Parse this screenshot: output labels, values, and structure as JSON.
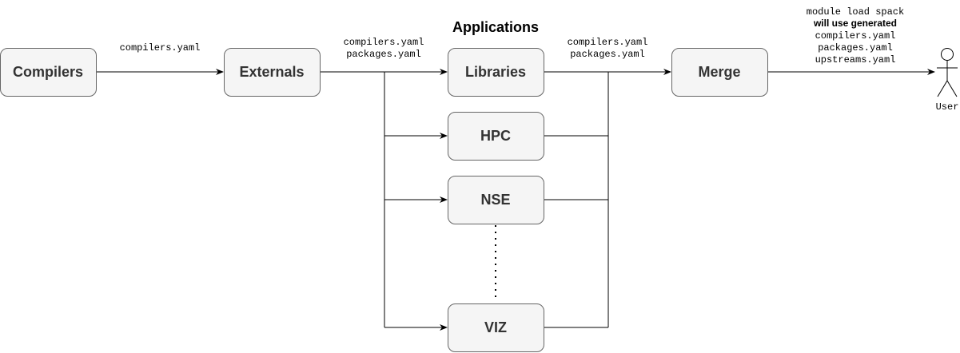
{
  "title": "Applications",
  "nodes": {
    "compilers": "Compilers",
    "externals": "Externals",
    "libraries": "Libraries",
    "hpc": "HPC",
    "nse": "NSE",
    "viz": "VIZ",
    "merge": "Merge"
  },
  "edge_labels": {
    "compilers_to_externals": [
      "compilers.yaml"
    ],
    "externals_to_apps": [
      "compilers.yaml",
      "packages.yaml"
    ],
    "apps_to_merge": [
      "compilers.yaml",
      "packages.yaml"
    ],
    "merge_to_user": {
      "line1": "module load spack",
      "line2": "will use generated",
      "line3": "compilers.yaml",
      "line4": "packages.yaml",
      "line5": "upstreams.yaml"
    }
  },
  "actor": {
    "label": "User"
  }
}
